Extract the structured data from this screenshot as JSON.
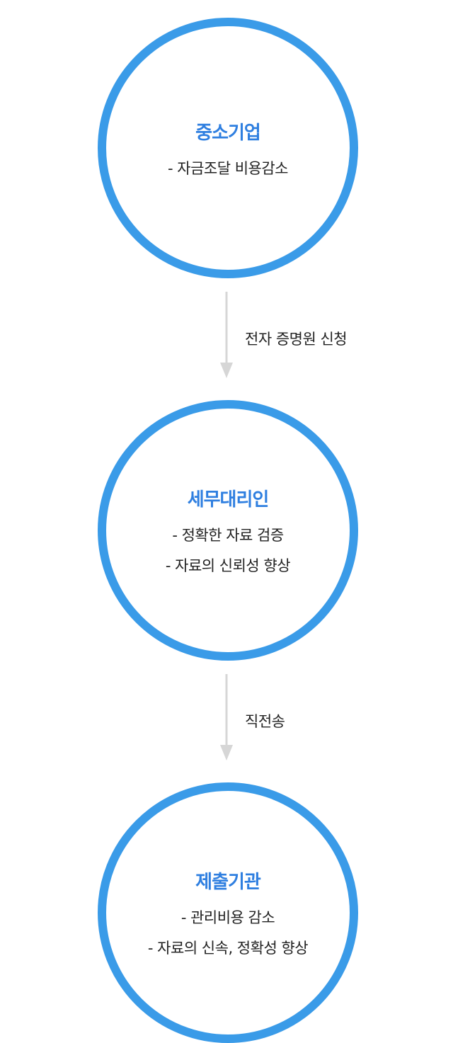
{
  "nodes": [
    {
      "title": "중소기업",
      "lines": [
        "- 자금조달 비용감소"
      ]
    },
    {
      "title": "세무대리인",
      "lines": [
        "- 정확한 자료 검증",
        "- 자료의 신뢰성 향상"
      ]
    },
    {
      "title": "제출기관",
      "lines": [
        "- 관리비용 감소",
        "- 자료의 신속, 정확성 향상"
      ]
    }
  ],
  "connectors": [
    {
      "label": "전자 증명원 신청"
    },
    {
      "label": "직전송"
    }
  ],
  "colors": {
    "circle_border": "#3a9be8",
    "title_text": "#2f7fe0",
    "arrow": "#d6d6d6"
  }
}
